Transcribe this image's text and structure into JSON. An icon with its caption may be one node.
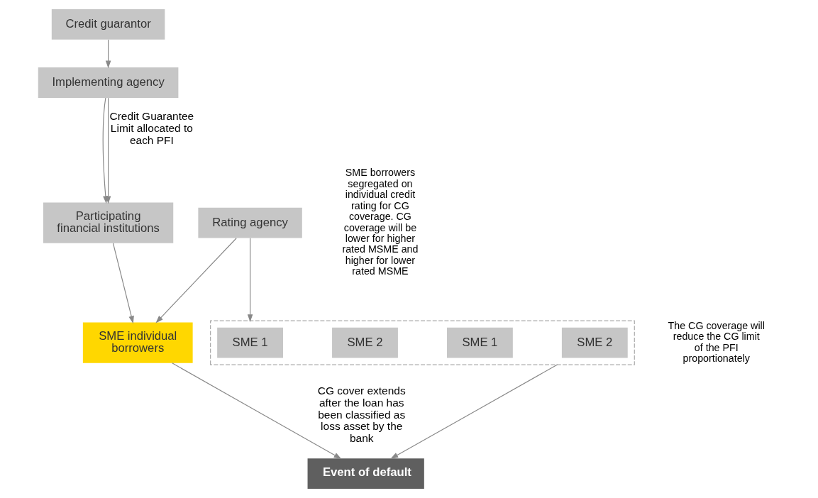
{
  "diagram": {
    "nodes": [
      {
        "text": [
          "Credit guarantor"
        ]
      },
      {
        "text": [
          "Implementing agency"
        ]
      },
      {
        "text": [
          "Participating financial institutions"
        ]
      },
      {
        "text": [
          "SME individual  borrowers"
        ]
      },
      {
        "text": [
          "Rating agency"
        ]
      },
      {
        "text": [],
        "shape": "box"
      },
      {
        "text": [
          "SME 1"
        ],
        "in": 5
      },
      {
        "text": [
          "SME 2"
        ],
        "in": 5
      },
      {
        "text": [
          "SME 1"
        ],
        "in": 5
      },
      {
        "text": [
          "SME 2"
        ],
        "in": 5
      },
      {
        "text": [
          "Event of default"
        ]
      }
    ],
    "edges": [
      {
        "from": 0,
        "to": 1,
        "arrow": "to"
      },
      {
        "from": 1,
        "to": 2,
        "arrow": "to"
      },
      {
        "from": 1,
        "to": 2,
        "arrow": "to",
        "label": "Credit Guarantee Limit allocated to each PFI"
      },
      {
        "from": 2,
        "to": 3,
        "arrow": "to"
      },
      {
        "from": 4,
        "to": 3,
        "arrow": "to"
      },
      {
        "from": 4,
        "to": 5,
        "arrow": "to"
      },
      {
        "from": 5,
        "to": 10,
        "arrow": "to"
      },
      {
        "from": 3,
        "to": 10,
        "arrow": "to",
        "label": "CG cover extends after the loan has been classified as loss asset by the bank"
      }
    ],
    "labels": [
      "The CG coverage will reduce the CG limit of the PFI proportionately",
      "SME borrowers segregated on individual credit rating for CG coverage. CG coverage will be lower for higher rated MSME and higher for lower rated MSME"
    ]
  }
}
